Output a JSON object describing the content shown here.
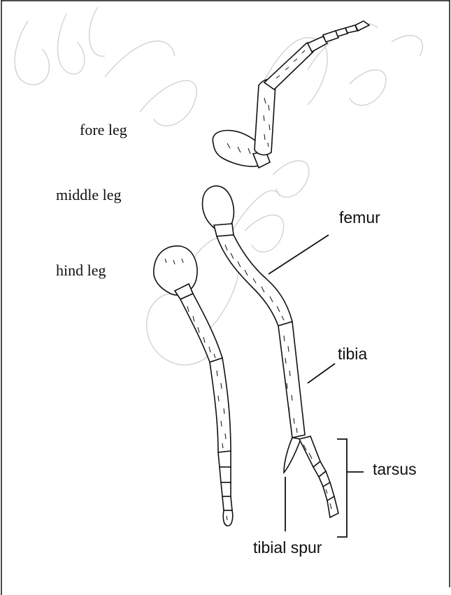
{
  "watermark": "Chiang Mai",
  "labels": {
    "fore_leg": "fore leg",
    "middle_leg": "middle leg",
    "hind_leg": "hind leg",
    "femur": "femur",
    "tibia": "tibia",
    "tarsus": "tarsus",
    "tibial_spur": "tibial spur"
  },
  "colors": {
    "ink": "#111111",
    "watermark": "#c8c8c8",
    "background": "#ffffff"
  }
}
